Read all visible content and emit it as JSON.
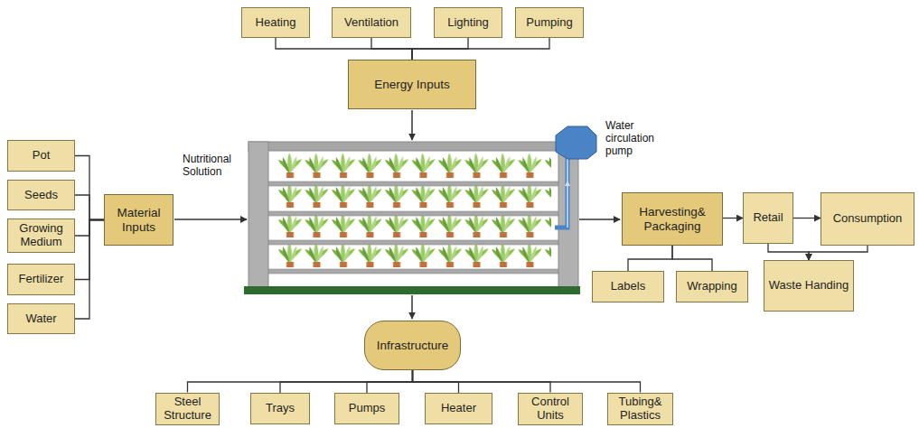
{
  "diagram": {
    "nodes": [
      {
        "text": [
          "Heating"
        ]
      },
      {
        "text": [
          "Ventilation"
        ]
      },
      {
        "text": [
          "Lighting"
        ]
      },
      {
        "text": [
          "Pumping"
        ]
      },
      {
        "text": [
          "Energy Inputs"
        ]
      },
      {
        "text": [
          "Pot"
        ]
      },
      {
        "text": [
          "Seeds"
        ]
      },
      {
        "text": [
          "Growing Medium"
        ]
      },
      {
        "text": [
          "Fertilizer"
        ]
      },
      {
        "text": [
          "Water"
        ]
      },
      {
        "text": [
          "Material Inputs"
        ]
      },
      {
        "text": [
          "Harvesting& Packaging"
        ]
      },
      {
        "text": [
          "Retail"
        ]
      },
      {
        "text": [
          "Consumption"
        ]
      },
      {
        "text": [
          "Labels"
        ]
      },
      {
        "text": [
          "Wrapping"
        ]
      },
      {
        "text": [
          "Waste Handing"
        ]
      },
      {
        "text": [
          "Infrastructure"
        ]
      },
      {
        "text": [
          "Steel Structure"
        ]
      },
      {
        "text": [
          "Trays"
        ]
      },
      {
        "text": [
          "Pumps"
        ]
      },
      {
        "text": [
          "Heater"
        ]
      },
      {
        "text": [
          "Control Units"
        ]
      },
      {
        "text": [
          "Tubing& Plastics"
        ]
      }
    ],
    "edges": [
      {
        "from": 0,
        "to": 4,
        "arrow": "none"
      },
      {
        "from": 1,
        "to": 4,
        "arrow": "none"
      },
      {
        "from": 2,
        "to": 4,
        "arrow": "none"
      },
      {
        "from": 3,
        "to": 4,
        "arrow": "none"
      },
      {
        "from": 5,
        "to": 10,
        "arrow": "none"
      },
      {
        "from": 6,
        "to": 10,
        "arrow": "none"
      },
      {
        "from": 7,
        "to": 10,
        "arrow": "none"
      },
      {
        "from": 8,
        "to": 10,
        "arrow": "none"
      },
      {
        "from": 9,
        "to": 10,
        "arrow": "none"
      },
      {
        "from": 11,
        "to": 12,
        "arrow": "to"
      },
      {
        "from": 12,
        "to": 13,
        "arrow": "to"
      },
      {
        "from": 11,
        "to": 14,
        "arrow": "none"
      },
      {
        "from": 11,
        "to": 15,
        "arrow": "none"
      },
      {
        "from": 12,
        "to": 16,
        "arrow": "to"
      },
      {
        "from": 13,
        "to": 16,
        "arrow": "to"
      },
      {
        "from": 17,
        "to": 18,
        "arrow": "none"
      },
      {
        "from": 17,
        "to": 19,
        "arrow": "none"
      },
      {
        "from": 17,
        "to": 20,
        "arrow": "none"
      },
      {
        "from": 17,
        "to": 21,
        "arrow": "none"
      },
      {
        "from": 17,
        "to": 22,
        "arrow": "none"
      },
      {
        "from": 17,
        "to": 23,
        "arrow": "none"
      }
    ],
    "labels": [
      "Nutritional Solution",
      "Water circulation pump"
    ]
  }
}
